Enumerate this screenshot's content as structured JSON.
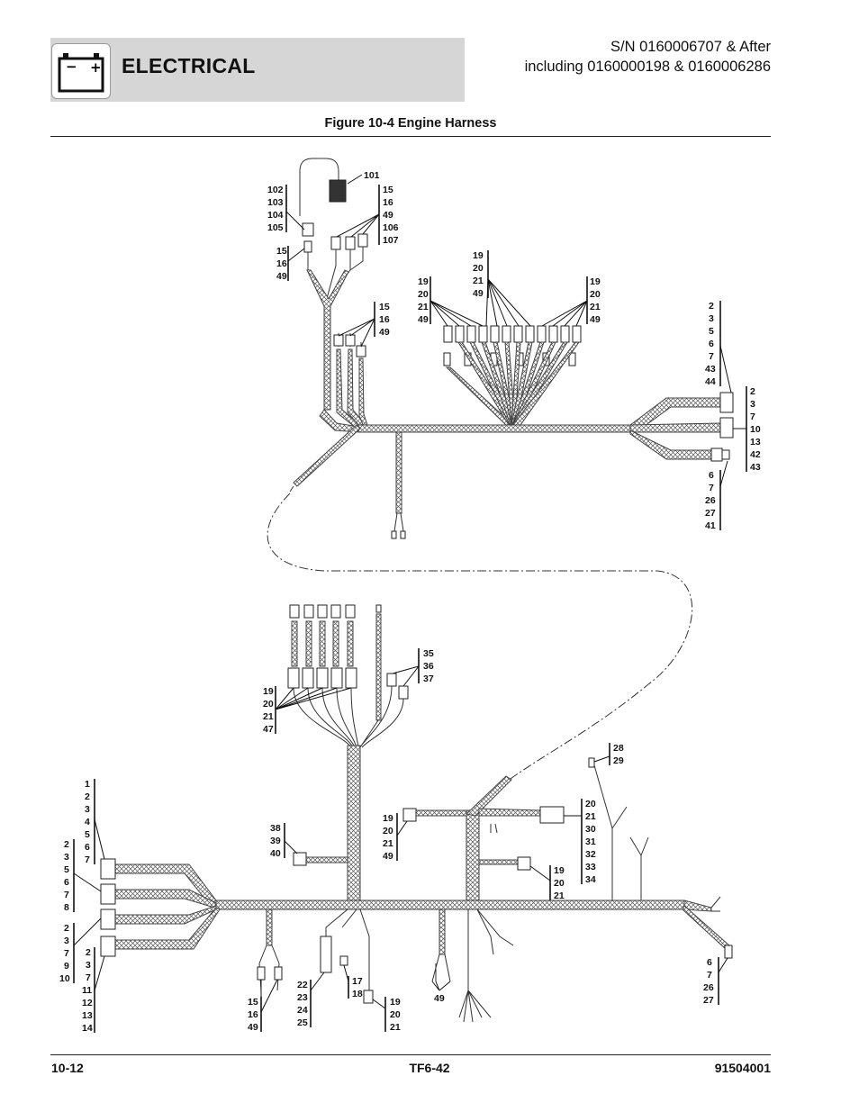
{
  "header": {
    "section_title": "ELECTRICAL",
    "serial_line_1": "S/N 0160006707 & After",
    "serial_line_2": "including 0160000198 & 0160006286",
    "battery_icon": "battery-icon",
    "battery_minus": "−",
    "battery_plus": "+"
  },
  "figure": {
    "title": "Figure 10-4 Engine Harness"
  },
  "footer": {
    "page_number": "10-12",
    "model": "TF6-42",
    "part_number": "91504001"
  },
  "callouts": [
    {
      "id": "c-101",
      "lines": [
        "101"
      ]
    },
    {
      "id": "c-102",
      "lines": [
        "102",
        "103",
        "104",
        "105"
      ]
    },
    {
      "id": "c-15a",
      "lines": [
        "15",
        "16",
        "49",
        "106",
        "107"
      ]
    },
    {
      "id": "c-15b",
      "lines": [
        "15",
        "16",
        "49"
      ]
    },
    {
      "id": "c-15c",
      "lines": [
        "15",
        "16",
        "49"
      ]
    },
    {
      "id": "c-19top",
      "lines": [
        "19",
        "20",
        "21",
        "49"
      ]
    },
    {
      "id": "c-19left",
      "lines": [
        "19",
        "20",
        "21",
        "49"
      ]
    },
    {
      "id": "c-19right",
      "lines": [
        "19",
        "20",
        "21",
        "49"
      ]
    },
    {
      "id": "c-r1",
      "lines": [
        "2",
        "3",
        "5",
        "6",
        "7",
        "43",
        "44"
      ]
    },
    {
      "id": "c-r2",
      "lines": [
        "2",
        "3",
        "7",
        "10",
        "13",
        "42",
        "43"
      ]
    },
    {
      "id": "c-r3",
      "lines": [
        "6",
        "7",
        "26",
        "27",
        "41"
      ]
    },
    {
      "id": "c-35",
      "lines": [
        "35",
        "36",
        "37"
      ]
    },
    {
      "id": "c-19mid",
      "lines": [
        "19",
        "20",
        "21",
        "47"
      ]
    },
    {
      "id": "c-28",
      "lines": [
        "28",
        "29"
      ]
    },
    {
      "id": "c-20",
      "lines": [
        "20",
        "21",
        "30",
        "31",
        "32",
        "33",
        "34"
      ]
    },
    {
      "id": "c-19b",
      "lines": [
        "19",
        "20",
        "21",
        "49"
      ]
    },
    {
      "id": "c-38",
      "lines": [
        "38",
        "39",
        "40"
      ]
    },
    {
      "id": "c-19c",
      "lines": [
        "19",
        "20",
        "21"
      ]
    },
    {
      "id": "c-l1",
      "lines": [
        "1",
        "2",
        "3",
        "4",
        "5",
        "6",
        "7"
      ]
    },
    {
      "id": "c-l2",
      "lines": [
        "2",
        "3",
        "5",
        "6",
        "7",
        "8"
      ]
    },
    {
      "id": "c-l3",
      "lines": [
        "2",
        "3",
        "7",
        "9",
        "10"
      ]
    },
    {
      "id": "c-l4",
      "lines": [
        "2",
        "3",
        "7",
        "11",
        "12",
        "13",
        "14"
      ]
    },
    {
      "id": "c-6b",
      "lines": [
        "6",
        "7",
        "26",
        "27"
      ]
    },
    {
      "id": "c-15d",
      "lines": [
        "15",
        "16",
        "49"
      ]
    },
    {
      "id": "c-22",
      "lines": [
        "22",
        "23",
        "24",
        "25"
      ]
    },
    {
      "id": "c-17",
      "lines": [
        "17",
        "18"
      ]
    },
    {
      "id": "c-19d",
      "lines": [
        "19",
        "20",
        "21"
      ]
    },
    {
      "id": "c-49",
      "lines": [
        "49"
      ]
    }
  ]
}
